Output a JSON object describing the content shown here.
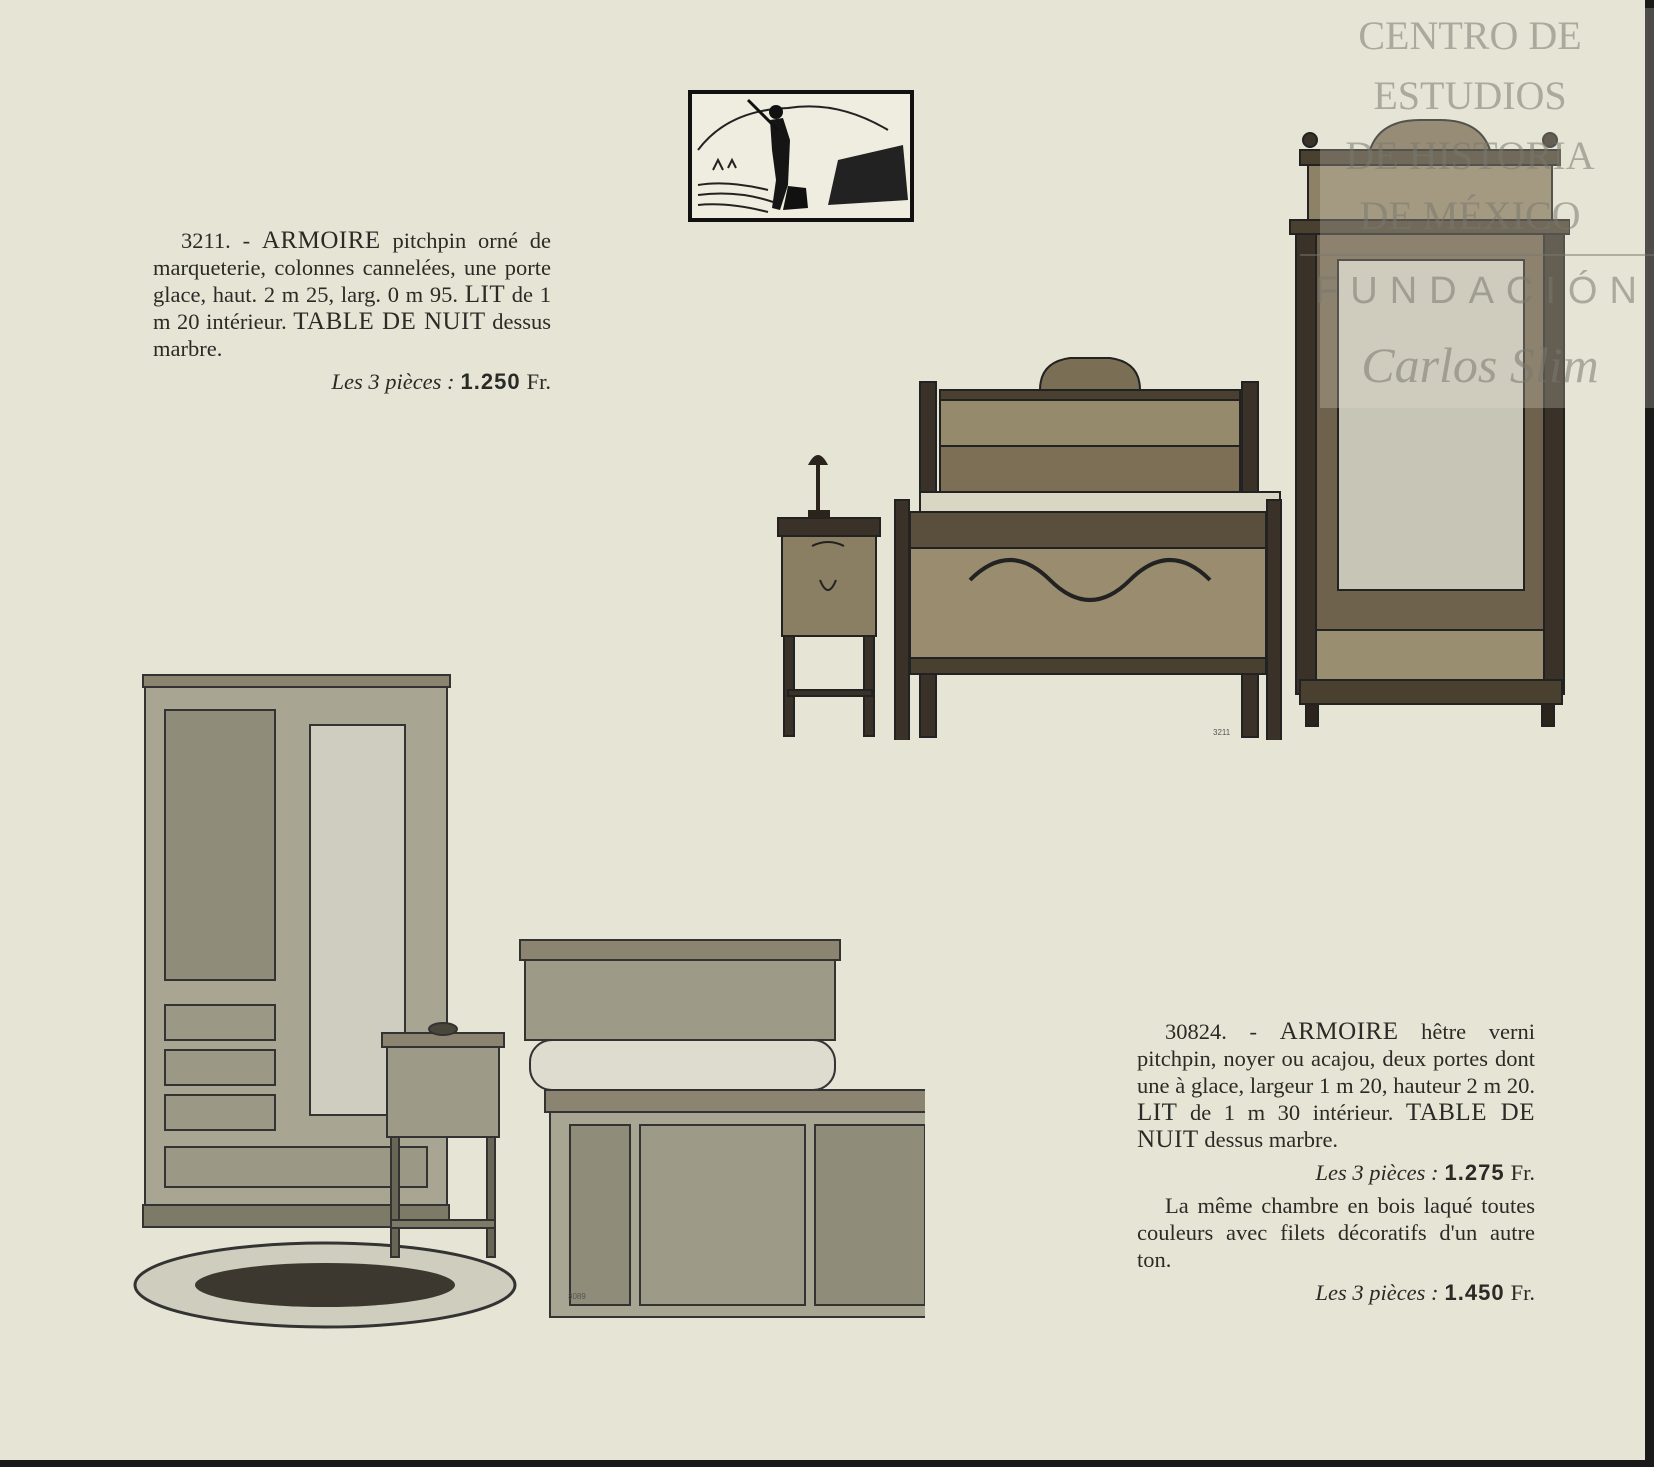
{
  "offer_1": {
    "number": "3211.",
    "dash": "-",
    "title": "ARMOIRE",
    "desc_1": "pitchpin orné de marqueterie, colonnes cannelées, une porte glace, haut. 2 m 25, larg. 0 m 95.",
    "lit": "LIT",
    "desc_2": "de 1 m 20 intérieur.",
    "table": "TABLE DE NUIT",
    "desc_3": "dessus marbre.",
    "price_label": "Les 3 pièces :",
    "price": "1.250",
    "currency": "Fr.",
    "photo_label": "3211"
  },
  "offer_2": {
    "number": "30824.",
    "dash": "-",
    "title": "ARMOIRE",
    "desc_1": "hêtre verni pitchpin, noyer ou acajou, deux portes dont une à glace, largeur 1 m 20, hauteur 2 m 20.",
    "lit": "LIT",
    "desc_2": "de 1 m 30 intérieur.",
    "table": "TABLE DE NUIT",
    "desc_3": "dessus marbre.",
    "price_label": "Les 3 pièces :",
    "price": "1.275",
    "currency": "Fr.",
    "variant_text": "La même chambre en bois laqué toutes couleurs avec filets décoratifs d'un autre ton.",
    "variant_price_label": "Les 3 pièces :",
    "variant_price": "1.450",
    "variant_currency": "Fr.",
    "photo_label": "3089"
  },
  "watermark": {
    "line_1": "CENTRO DE",
    "line_2": "ESTUDIOS",
    "line_3": "DE HISTORIA",
    "line_4": "DE MÉXICO",
    "line_5": "FUNDACIÓN",
    "signature": "Carlos Slim"
  }
}
